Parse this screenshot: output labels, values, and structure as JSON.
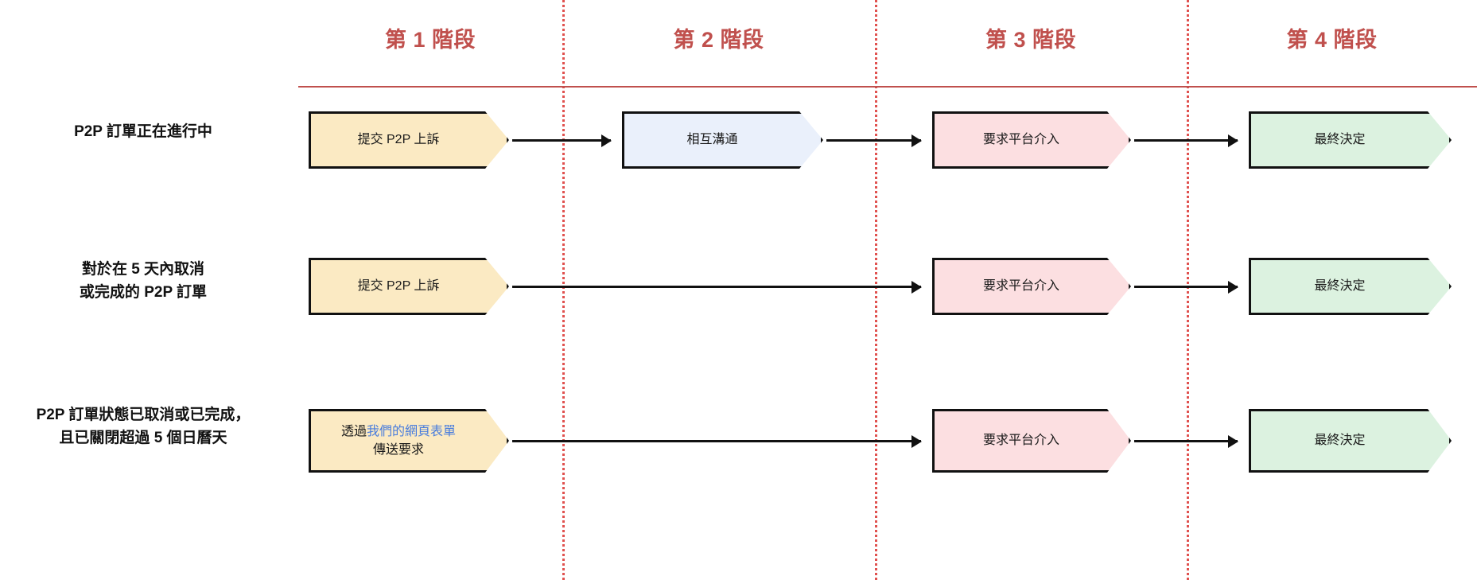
{
  "diagram": {
    "title_color": "#c0504d",
    "separator_color": "#c0504d",
    "dotted_color": "#e0514f",
    "stages": [
      {
        "label": "第 1 階段"
      },
      {
        "label": "第 2 階段"
      },
      {
        "label": "第 3 階段"
      },
      {
        "label": "第 4 階段"
      }
    ],
    "rows": [
      {
        "label": "P2P 訂單正在進行中",
        "nodes": [
          {
            "text": "提交 P2P 上訴",
            "fill": "#fbeac3",
            "stage": 1
          },
          {
            "text": "相互溝通",
            "fill": "#eaf0fb",
            "stage": 2
          },
          {
            "text": "要求平台介入",
            "fill": "#fcdfe1",
            "stage": 3
          },
          {
            "text": "最終決定",
            "fill": "#dcf2e0",
            "stage": 4
          }
        ]
      },
      {
        "label": "對於在 5 天內取消\n或完成的 P2P 訂單",
        "nodes": [
          {
            "text": "提交 P2P 上訴",
            "fill": "#fbeac3",
            "stage": 1
          },
          {
            "text": "要求平台介入",
            "fill": "#fcdfe1",
            "stage": 3
          },
          {
            "text": "最終決定",
            "fill": "#dcf2e0",
            "stage": 4
          }
        ]
      },
      {
        "label": "P2P 訂單狀態已取消或已完成，\n且已關閉超過 5 個日曆天",
        "nodes": [
          {
            "text_prefix": "透過",
            "text_link": "我們的網頁表單",
            "text_suffix": "傳送要求",
            "fill": "#fbeac3",
            "stage": 1
          },
          {
            "text": "要求平台介入",
            "fill": "#fcdfe1",
            "stage": 3
          },
          {
            "text": "最終決定",
            "fill": "#dcf2e0",
            "stage": 4
          }
        ]
      }
    ],
    "link_color": "#4a7ddc"
  }
}
